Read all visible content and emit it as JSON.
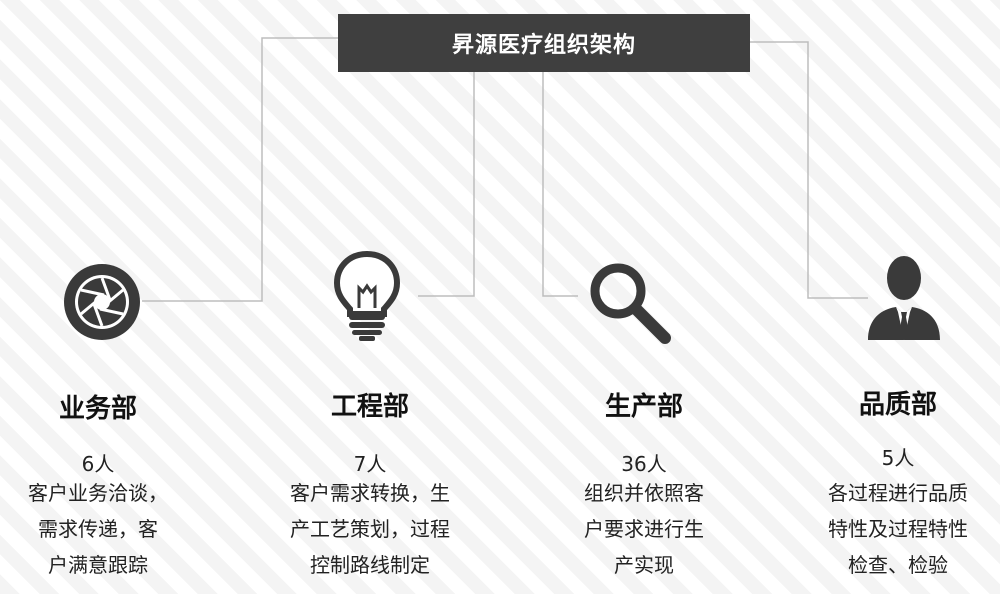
{
  "title": "昇源医疗组织架构",
  "colors": {
    "icon": "#3a3a3a",
    "title_bg": "#3f3f3f",
    "connector": "#bdbdbd"
  },
  "departments": [
    {
      "name": "业务部",
      "count": "6人",
      "desc_lines": [
        "客户业务洽谈，",
        "需求传递，客",
        "户满意跟踪"
      ],
      "icon": "camera-aperture-icon"
    },
    {
      "name": "工程部",
      "count": "7人",
      "desc_lines": [
        "客户需求转换，生",
        "产工艺策划，过程",
        "控制路线制定"
      ],
      "icon": "lightbulb-icon"
    },
    {
      "name": "生产部",
      "count": "36人",
      "desc_lines": [
        "组织并依照客",
        "户要求进行生",
        "产实现"
      ],
      "icon": "magnifier-icon"
    },
    {
      "name": "品质部",
      "count": "5人",
      "desc_lines": [
        "各过程进行品质",
        "特性及过程特性",
        "检查、检验"
      ],
      "icon": "businessman-icon"
    }
  ]
}
